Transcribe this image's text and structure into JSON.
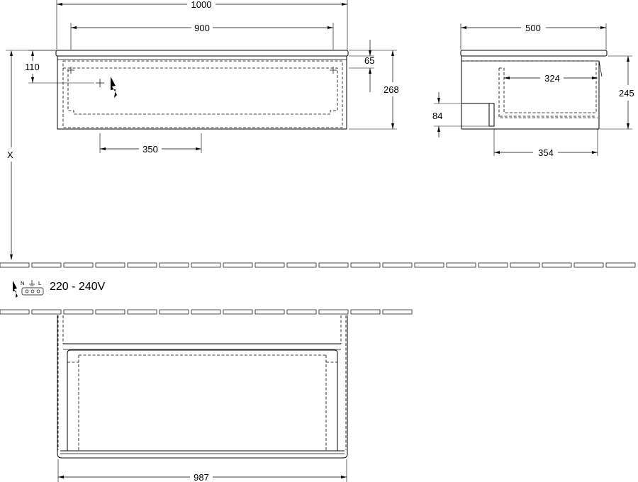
{
  "dimensions": {
    "front_outer_width": "1000",
    "front_inner_width": "900",
    "front_height": "268",
    "front_top_offset": "65",
    "front_left_offset": "110",
    "front_outlet_offset": "350",
    "side_depth": "500",
    "side_inner_depth": "324",
    "side_height": "245",
    "side_drawer_offset": "84",
    "side_drawer_depth": "354",
    "mount_height": "X",
    "bottom_width": "987"
  },
  "power": {
    "voltage": "220 - 240V",
    "terminal_n": "N",
    "terminal_l": "L"
  },
  "icons": [
    "lightning-icon",
    "outlet-icon",
    "ground-icon"
  ]
}
